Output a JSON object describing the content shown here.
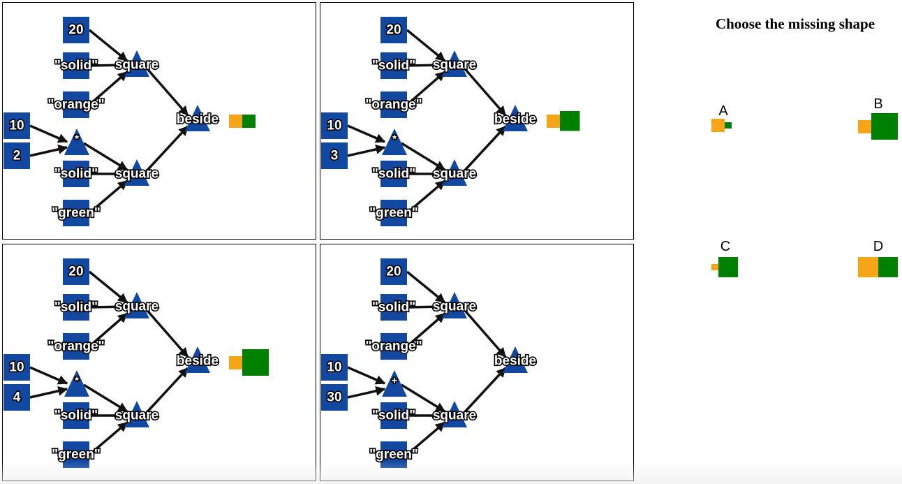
{
  "title": "Choose the missing shape",
  "colors": {
    "node": "#1248a0",
    "orange": "#f5a517",
    "green": "#008000"
  },
  "panels": [
    {
      "size": "20",
      "solid1": "\"solid\"",
      "color1": "\"orange\"",
      "fn1": "square",
      "a": "10",
      "b": "2",
      "op": "*",
      "solid2": "\"solid\"",
      "color2": "\"green\"",
      "fn2": "square",
      "combine": "beside",
      "result": {
        "shown": true,
        "orange_size": 20,
        "green_size": 20
      }
    },
    {
      "size": "20",
      "solid1": "\"solid\"",
      "color1": "\"orange\"",
      "fn1": "square",
      "a": "10",
      "b": "3",
      "op": "*",
      "solid2": "\"solid\"",
      "color2": "\"green\"",
      "fn2": "square",
      "combine": "beside",
      "result": {
        "shown": true,
        "orange_size": 20,
        "green_size": 30
      }
    },
    {
      "size": "20",
      "solid1": "\"solid\"",
      "color1": "\"orange\"",
      "fn1": "square",
      "a": "10",
      "b": "4",
      "op": "*",
      "solid2": "\"solid\"",
      "color2": "\"green\"",
      "fn2": "square",
      "combine": "beside",
      "result": {
        "shown": true,
        "orange_size": 20,
        "green_size": 40
      }
    },
    {
      "size": "20",
      "solid1": "\"solid\"",
      "color1": "\"orange\"",
      "fn1": "square",
      "a": "10",
      "b": "30",
      "op": "+",
      "solid2": "\"solid\"",
      "color2": "\"green\"",
      "fn2": "square",
      "combine": "beside",
      "result": {
        "shown": false
      }
    }
  ],
  "choices": [
    {
      "letter": "A",
      "orange_size": 20,
      "green_size": 10
    },
    {
      "letter": "B",
      "orange_size": 20,
      "green_size": 40
    },
    {
      "letter": "C",
      "orange_size": 10,
      "green_size": 30
    },
    {
      "letter": "D",
      "orange_size": 30,
      "green_size": 30
    }
  ]
}
